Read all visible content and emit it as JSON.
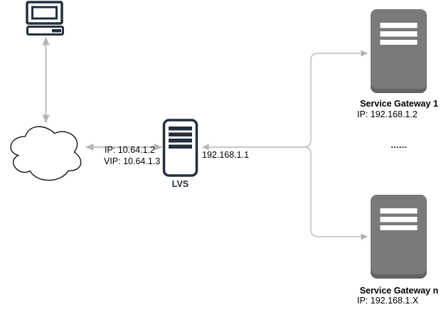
{
  "nodes": {
    "client": {
      "icon": "desktop-computer-icon"
    },
    "internet": {
      "icon": "cloud-icon"
    },
    "lvs": {
      "label": "LVS",
      "ip": "IP: 10.64.1.2",
      "vip": "VIP: 10.64.1.3",
      "icon": "server-tower-outline-icon"
    },
    "gateway1": {
      "title": "Service Gateway 1",
      "ip": "IP: 192.168.1.2",
      "icon": "server-tower-filled-icon"
    },
    "gatewayN": {
      "title": "Service Gateway n",
      "ip": "IP: 192.168.1.X",
      "icon": "server-tower-filled-icon"
    },
    "ellipsis": "......"
  },
  "edges": {
    "lvs_gateways": {
      "label": "192.168.1.1"
    }
  },
  "colors": {
    "node_outline": "#232F3E",
    "server_fill": "#7A7A7A",
    "server_fill_dark": "#636363",
    "connector_line": "#C9C9C9",
    "connector_head": "#B5B5B5",
    "cloud_stroke": "#000000",
    "text": "#000000"
  }
}
